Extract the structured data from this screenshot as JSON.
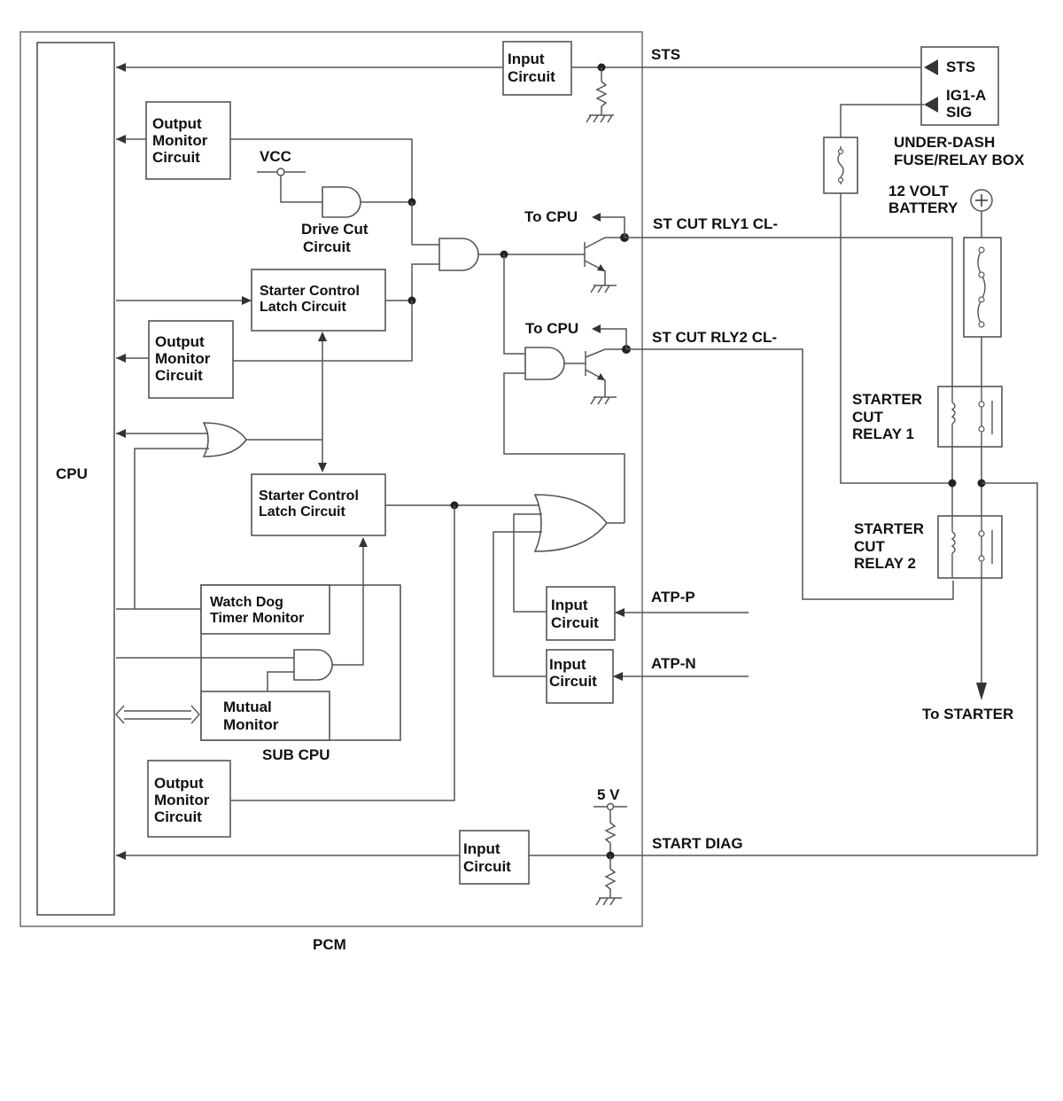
{
  "diagram": {
    "pcm_label": "PCM",
    "cpu_label": "CPU",
    "sub_cpu_label": "SUB CPU",
    "watchdog": [
      "Watch Dog",
      "Timer Monitor"
    ],
    "mutual_monitor": [
      "Mutual",
      "Monitor"
    ],
    "input_circuit": [
      "Input",
      "Circuit"
    ],
    "output_monitor": [
      "Output",
      "Monitor",
      "Circuit"
    ],
    "starter_latch": [
      "Starter Control",
      "Latch Circuit"
    ],
    "drive_cut": [
      "Drive Cut",
      "Circuit"
    ],
    "vcc": "VCC",
    "to_cpu": "To CPU",
    "five_v": "5 V",
    "signals": {
      "sts": "STS",
      "st_cut_rly1": "ST CUT RLY1 CL-",
      "st_cut_rly2": "ST CUT RLY2 CL-",
      "atp_p": "ATP-P",
      "atp_n": "ATP-N",
      "start_diag": "START DIAG"
    },
    "fuse_box": {
      "pin_sts": "STS",
      "pin_ig1": [
        "IG1-A",
        "SIG"
      ],
      "title": [
        "UNDER-DASH",
        "FUSE/RELAY BOX"
      ]
    },
    "battery": [
      "12 VOLT",
      "BATTERY"
    ],
    "relay1": [
      "STARTER",
      "CUT",
      "RELAY 1"
    ],
    "relay2": [
      "STARTER",
      "CUT",
      "RELAY 2"
    ],
    "to_starter": "To STARTER"
  }
}
